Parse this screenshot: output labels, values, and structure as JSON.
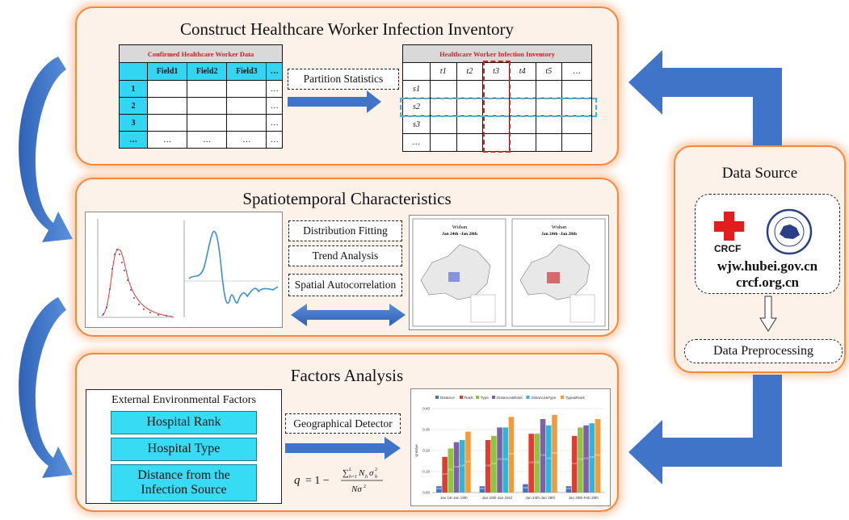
{
  "panels": {
    "construct": {
      "title": "Construct Healthcare Worker Infection Inventory"
    },
    "spatio": {
      "title": "Spatiotemporal Characteristics"
    },
    "factors": {
      "title": "Factors Analysis"
    },
    "source": {
      "title": "Data Source",
      "logo_text": "CRCF",
      "url1": "wjw.hubei.gov.cn",
      "url2": "crcf.org.cn",
      "preprocess": "Data Preprocessing"
    }
  },
  "confirmed_table": {
    "title": "Confirmed Healthcare Worker Data",
    "headers": [
      "",
      "Field1",
      "Field2",
      "Field3",
      "…"
    ],
    "rows": [
      [
        "1",
        "",
        "",
        "",
        "…"
      ],
      [
        "2",
        "",
        "",
        "",
        "…"
      ],
      [
        "3",
        "",
        "",
        "",
        "…"
      ],
      [
        "…",
        "…",
        "…",
        "…",
        "…"
      ]
    ]
  },
  "inventory_table": {
    "title": "Healthcare Worker Infection Inventory",
    "headers": [
      "",
      "t1",
      "t2",
      "t3",
      "t4",
      "t5",
      "…"
    ],
    "rows": [
      [
        "s1"
      ],
      [
        "s2"
      ],
      [
        "s3"
      ],
      [
        "…"
      ]
    ]
  },
  "labels": {
    "partition": "Partition Statistics",
    "distribution": "Distribution Fitting",
    "trend": "Trend Analysis",
    "spatial": "Spatial Autocorrelation",
    "geo": "Geographical Detector"
  },
  "factor_box": {
    "title": "External Environmental Factors",
    "items": [
      "Hospital Rank",
      "Hospital Type",
      "Distance from the Infection Source"
    ]
  },
  "maps": [
    {
      "city": "Wuhan",
      "period": "Jan 24th -Jan 28th"
    },
    {
      "city": "Wuhan",
      "period": "Jan 24th -Jan 28th"
    }
  ],
  "chart_data": {
    "type": "bar",
    "categories": [
      "Jan 1st-Jan 19th",
      "Jan 20th-Jan 23rd",
      "Jan 24th-Jan 28th",
      "Jan 29th-Feb 29th"
    ],
    "series": [
      {
        "name": "Distance",
        "color": "#4472c4",
        "values": [
          0.03,
          0.03,
          0.04,
          0.03
        ]
      },
      {
        "name": "Rank",
        "color": "#e03c31",
        "values": [
          0.17,
          0.25,
          0.28,
          0.27
        ]
      },
      {
        "name": "Type",
        "color": "#8cc63f",
        "values": [
          0.21,
          0.27,
          0.28,
          0.31
        ]
      },
      {
        "name": "Distance&Rank",
        "color": "#7f5fa6",
        "values": [
          0.24,
          0.31,
          0.35,
          0.32
        ]
      },
      {
        "name": "Distance&Type",
        "color": "#2fb6d6",
        "values": [
          0.25,
          0.31,
          0.32,
          0.33
        ]
      },
      {
        "name": "Type&Rank",
        "color": "#f59a3b",
        "values": [
          0.29,
          0.36,
          0.37,
          0.35
        ]
      }
    ],
    "ylim": [
      0,
      0.4
    ],
    "ylabel": "q-Value",
    "yticks": [
      "0.00",
      "0.10",
      "0.20",
      "0.30",
      "0.40"
    ]
  }
}
